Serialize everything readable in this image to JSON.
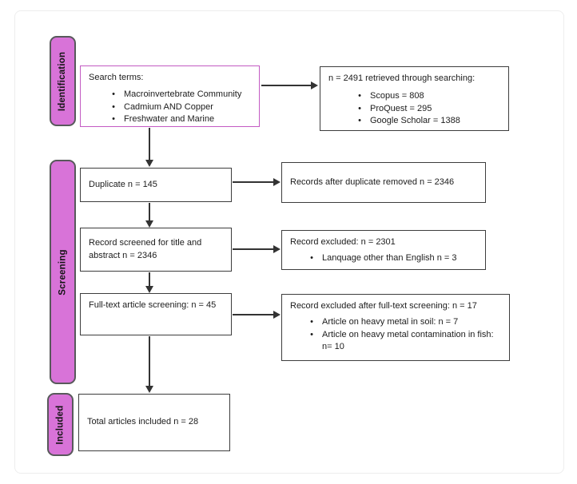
{
  "colors": {
    "stage_fill": "#D873D8",
    "stage_border": "#58595B",
    "pink_border": "#C35AC3",
    "box_border": "#3D3D3D",
    "arrow": "#333333"
  },
  "stages": [
    {
      "id": "identification",
      "label": "Identification"
    },
    {
      "id": "screening",
      "label": "Screening"
    },
    {
      "id": "included",
      "label": "Included"
    }
  ],
  "boxes": {
    "search_terms": {
      "title": "Search terms:",
      "bullets": [
        "Macroinvertebrate Community",
        "Cadmium AND Copper",
        "Freshwater and Marine"
      ]
    },
    "retrieved": {
      "title": "n = 2491 retrieved through searching:",
      "bullets": [
        "Scopus = 808",
        "ProQuest = 295",
        "Google Scholar = 1388"
      ]
    },
    "duplicate": {
      "text": "Duplicate n = 145"
    },
    "after_duplicate": {
      "text": "Records after duplicate removed n = 2346"
    },
    "screened": {
      "text": "Record screened for title and abstract n = 2346"
    },
    "excluded_title_abstract": {
      "title": "Record excluded: n = 2301",
      "bullets": [
        "Lanquage other than English n = 3"
      ]
    },
    "fulltext": {
      "text": "Full-text article screening:  n = 45"
    },
    "excluded_fulltext": {
      "title": "Record excluded after full-text screening: n = 17",
      "bullets": [
        "Article on heavy metal in soil: n = 7",
        "Article on heavy metal contamination in fish: n= 10"
      ]
    },
    "included_total": {
      "text": "Total articles included n = 28"
    }
  }
}
